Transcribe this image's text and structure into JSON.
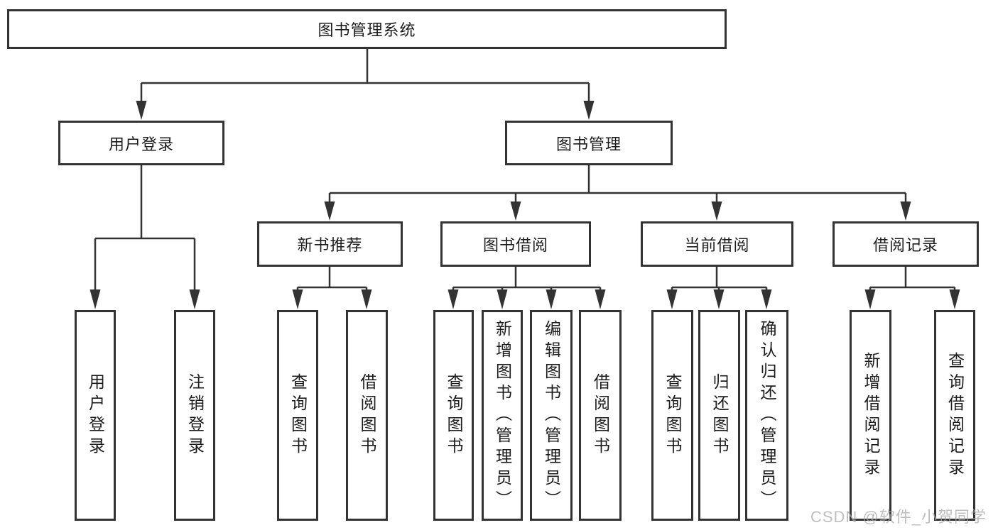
{
  "colors": {
    "background": "#ffffff",
    "line": "#333333",
    "box_border": "#333333",
    "text": "#1c1c1c",
    "watermark": "#a8a8a8"
  },
  "tree": {
    "root": {
      "label": "图书管理系统"
    },
    "level2": [
      {
        "label": "用户登录"
      },
      {
        "label": "图书管理"
      }
    ],
    "level3": [
      {
        "label": "新书推荐"
      },
      {
        "label": "图书借阅"
      },
      {
        "label": "当前借阅"
      },
      {
        "label": "借阅记录"
      }
    ],
    "leaves": {
      "user_login": [
        "用户登录",
        "注销登录"
      ],
      "new_book_recommendation": [
        "查询图书",
        "借阅图书"
      ],
      "book_borrowing": [
        "查询图书",
        "新增图书（管理员）",
        "编辑图书（管理员）",
        "借阅图书"
      ],
      "current_borrowing": [
        "查询图书",
        "归还图书",
        "确认归还（管理员）"
      ],
      "borrowing_records": [
        "新增借阅记录",
        "查询借阅记录"
      ]
    }
  },
  "watermark": {
    "text": "CSDN @软件_小贺同学"
  }
}
